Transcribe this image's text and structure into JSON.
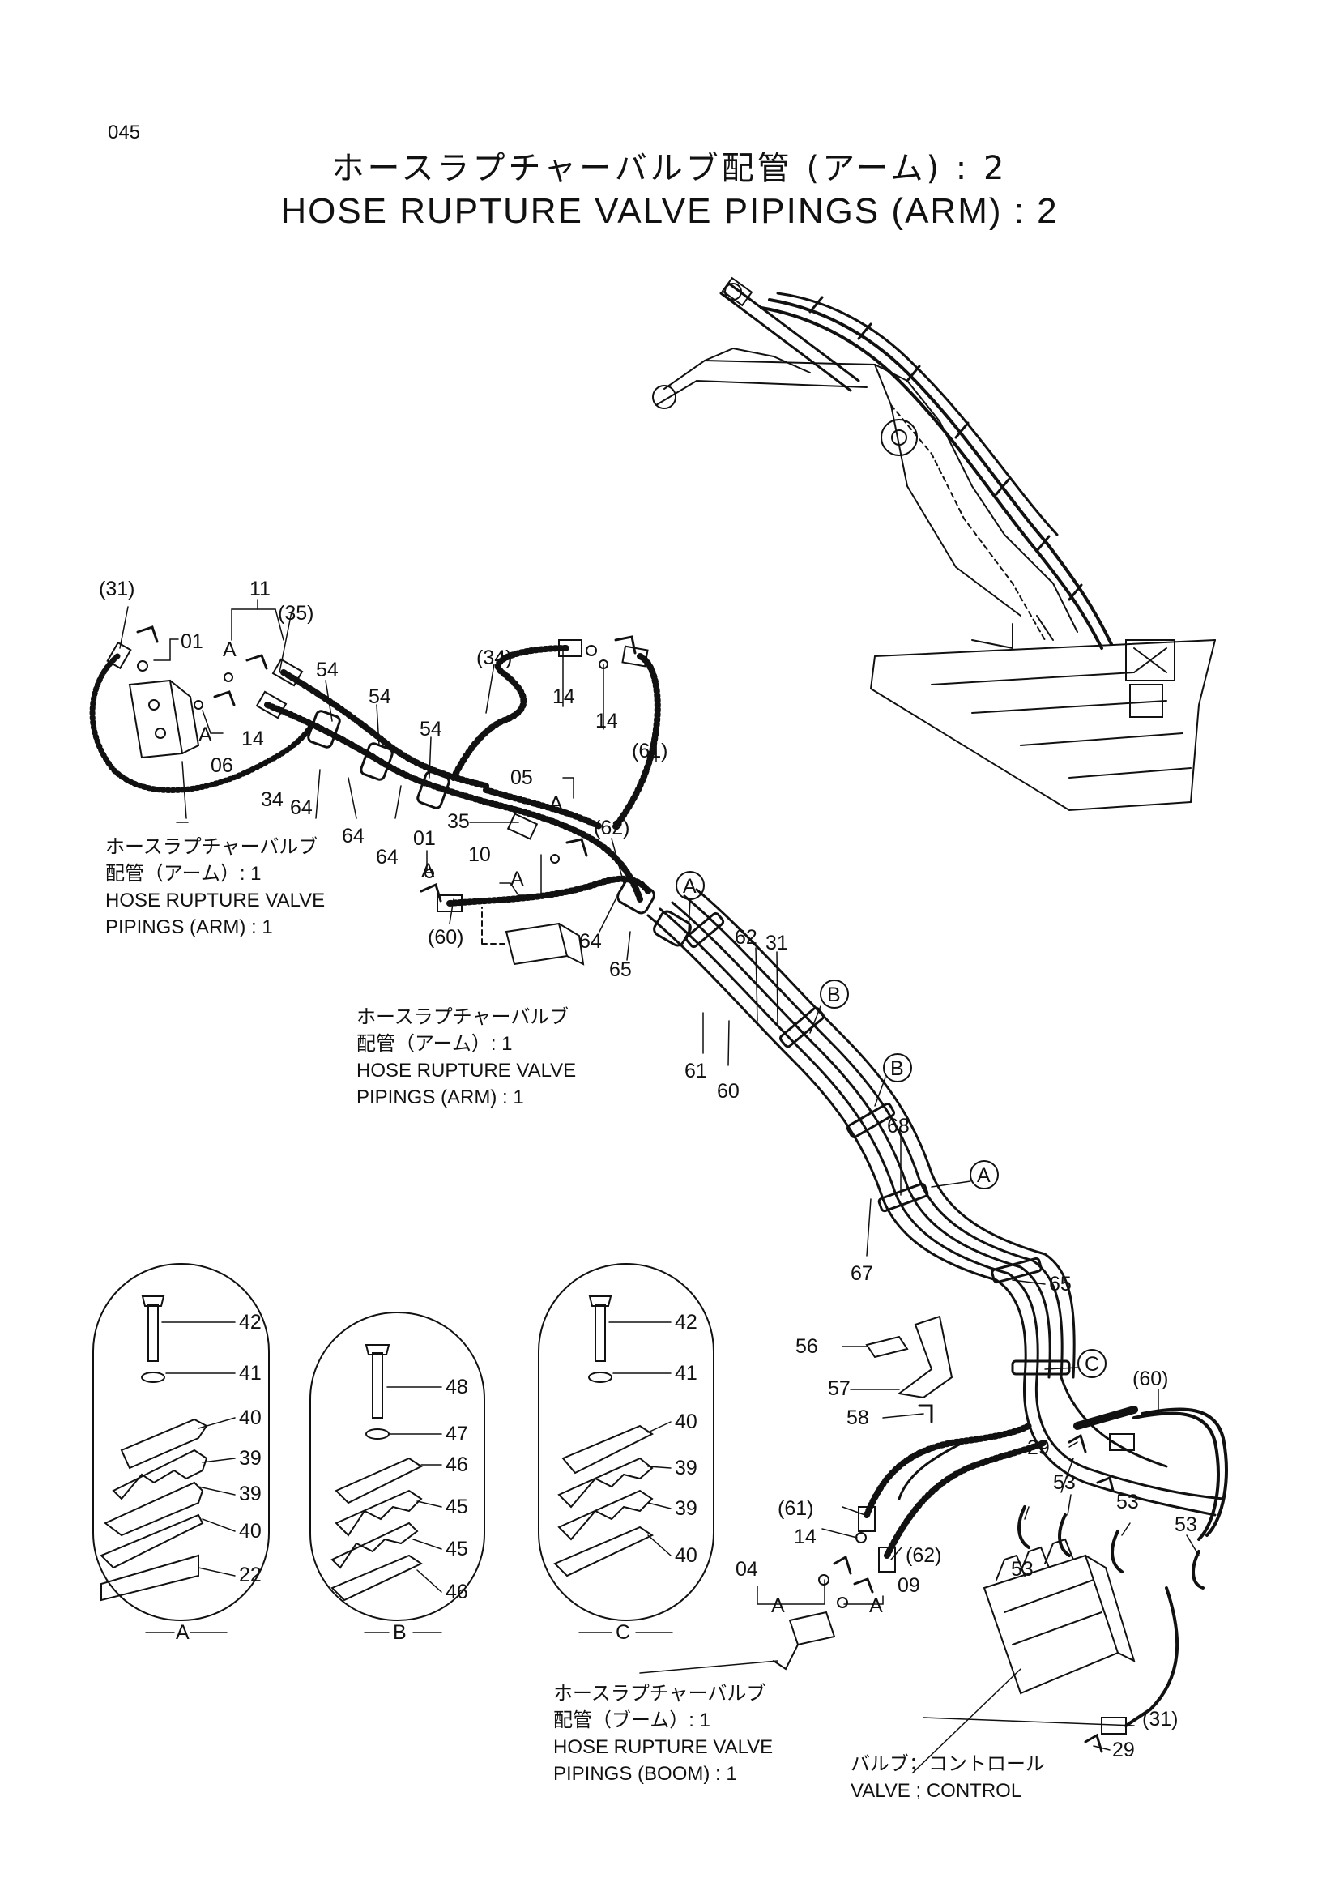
{
  "page_number": "045",
  "title_jp": "ホースラプチャーバルブ配管 (アーム) : 2",
  "title_en": "HOSE RUPTURE VALVE PIPINGS (ARM) : 2",
  "notes": {
    "arm1_a": [
      "ホースラプチャーバルブ",
      "配管（アーム）: 1",
      "HOSE RUPTURE VALVE",
      "PIPINGS (ARM) : 1"
    ],
    "arm1_b": [
      "ホースラプチャーバルブ",
      "配管（アーム）: 1",
      "HOSE RUPTURE VALVE",
      "PIPINGS (ARM) : 1"
    ],
    "boom1": [
      "ホースラプチャーバルブ",
      "配管（ブーム）: 1",
      "HOSE RUPTURE VALVE",
      "PIPINGS (BOOM) : 1"
    ],
    "valve": [
      "バルブ；コントロール",
      "VALVE ; CONTROL"
    ]
  },
  "labels": {
    "top": [
      "(31)",
      "11",
      "(35)",
      "01",
      "A",
      "A",
      "06",
      "14",
      "34",
      "64",
      "54",
      "54",
      "64",
      "54",
      "64",
      "(34)",
      "14",
      "14",
      "(61)",
      "05",
      "A",
      "35",
      "(62)",
      "01",
      "A",
      "10",
      "A",
      "(60)",
      "64",
      "65"
    ],
    "chain": [
      "A",
      "62",
      "31",
      "B",
      "61",
      "60",
      "B",
      "68",
      "A",
      "67",
      "65",
      "C"
    ],
    "lower": [
      "56",
      "57",
      "58",
      "(60)",
      "29",
      "53",
      "53",
      "53",
      "53",
      "(61)",
      "14",
      "(62)",
      "04",
      "A",
      "A",
      "09",
      "(31)",
      "29"
    ],
    "detail_a": [
      "42",
      "41",
      "40",
      "39",
      "39",
      "40",
      "22",
      "A"
    ],
    "detail_b": [
      "48",
      "47",
      "46",
      "45",
      "45",
      "46",
      "B"
    ],
    "detail_c": [
      "42",
      "41",
      "40",
      "39",
      "39",
      "40",
      "C"
    ]
  }
}
